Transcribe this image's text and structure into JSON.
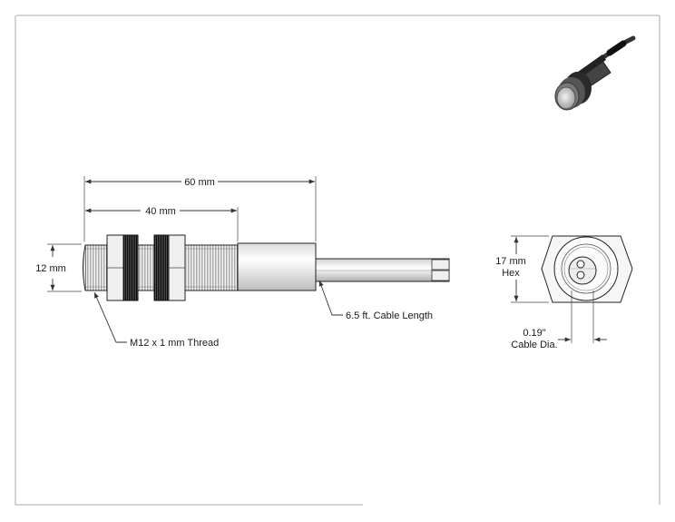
{
  "drawing": {
    "dimensions": {
      "overall_length": "60 mm",
      "thread_length": "40 mm",
      "diameter": "12 mm",
      "hex_size_line1": "17 mm",
      "hex_size_line2": "Hex",
      "cable_dia_line1": "0.19\"",
      "cable_dia_line2": "Cable Dia."
    },
    "callouts": {
      "thread": "M12 x 1 mm Thread",
      "cable_length": "6.5 ft. Cable Length"
    }
  }
}
